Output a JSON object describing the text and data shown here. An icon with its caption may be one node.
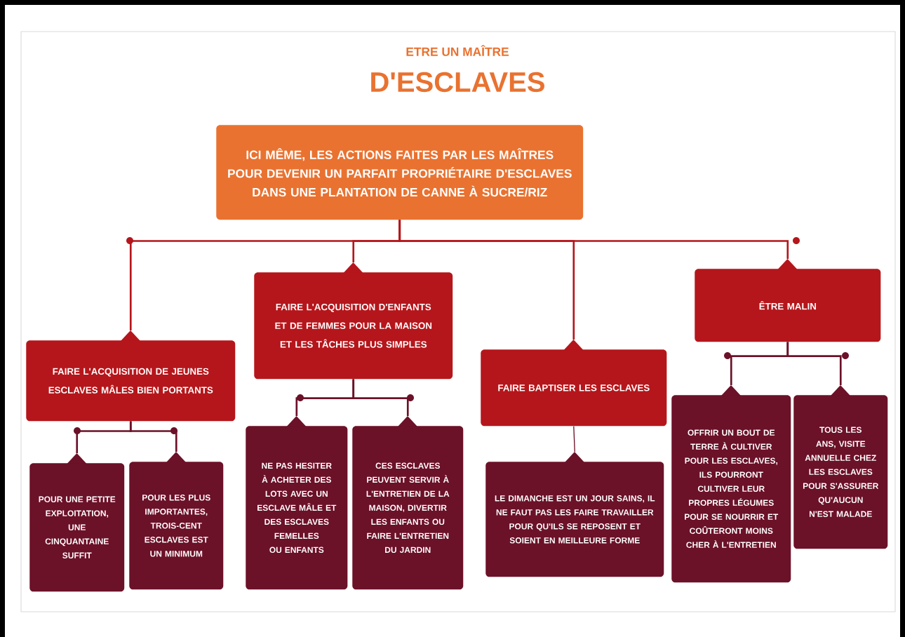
{
  "diagram": {
    "title": "D'ESCLAVES",
    "labels": [
      "ETRE UN MAÎTRE"
    ],
    "nodes": [
      {
        "text": [
          "ICI MÊME, LES ACTIONS FAITES PAR LES MAÎTRES POUR DEVENIR UN PARFAIT PROPRIÉTAIRE D'ESCLAVES DANS UNE PLANTATION DE CANNE À SUCRE/RIZ"
        ]
      },
      {
        "text": [
          "FAIRE L'ACQUISITION DE JEUNES ESCLAVES MÂLES BIEN PORTANTS"
        ]
      },
      {
        "text": [
          "FAIRE L'ACQUISITION D'ENFANTS ET DE FEMMES POUR LA MAISON ET LES TÂCHES PLUS SIMPLES"
        ]
      },
      {
        "text": [
          "FAIRE BAPTISER LES ESCLAVES"
        ]
      },
      {
        "text": [
          "ÊTRE MALIN"
        ]
      },
      {
        "text": [
          "POUR UNE PETITE EXPLOITATION, UNE CINQUANTAINE SUFFIT"
        ]
      },
      {
        "text": [
          "POUR LES PLUS IMPORTANTES, TROIS-CENT ESCLAVES EST UN MINIMUM"
        ]
      },
      {
        "text": [
          "NE PAS HESITER À ACHETER DES LOTS AVEC UN ESCLAVE MÂLE ET DES ESCLAVES FEMELLES OU ENFANTS"
        ]
      },
      {
        "text": [
          "CES ESCLAVES PEUVENT SERVIR À L'ENTRETIEN DE LA MAISON, DIVERTIR LES ENFANTS OU FAIRE L'ENTRETIEN DU JARDIN"
        ]
      },
      {
        "text": [
          "LE DIMANCHE EST UN JOUR SAINS, IL NE FAUT PAS LES FAIRE TRAVAILLER POUR QU'ILS SE REPOSENT ET SOIENT EN MEILLEURE FORME"
        ]
      },
      {
        "text": [
          "OFFRIR UN BOUT DE TERRE À CULTIVER POUR LES ESCLAVES, ILS POURRONT CULTIVER LEUR PROPRES LÉGUMES POUR SE NOURRIR ET COÛTERONT MOINS CHER À L'ENTRETIEN"
        ]
      },
      {
        "text": [
          "TOUS LES ANS, VISITE ANNUELLE CHEZ LES ESCLAVES POUR S'ASSURER QU'AUCUN N'EST MALADE"
        ]
      }
    ],
    "edges": [
      {
        "from": 0,
        "to": 1,
        "arrow": "none",
        "color": "#b5161b"
      },
      {
        "from": 0,
        "to": 2,
        "arrow": "none",
        "color": "#b5161b"
      },
      {
        "from": 0,
        "to": 3,
        "arrow": "none",
        "color": "#b5161b"
      },
      {
        "from": 0,
        "to": 4,
        "arrow": "none",
        "color": "#b5161b"
      },
      {
        "from": 1,
        "to": 5,
        "arrow": "none"
      },
      {
        "from": 1,
        "to": 6,
        "arrow": "none"
      },
      {
        "from": 2,
        "to": 7,
        "arrow": "none"
      },
      {
        "from": 2,
        "to": 8,
        "arrow": "none"
      },
      {
        "from": 3,
        "to": 9,
        "arrow": "none"
      },
      {
        "from": 4,
        "to": 10,
        "arrow": "none"
      },
      {
        "from": 4,
        "to": 11,
        "arrow": "none"
      }
    ]
  }
}
